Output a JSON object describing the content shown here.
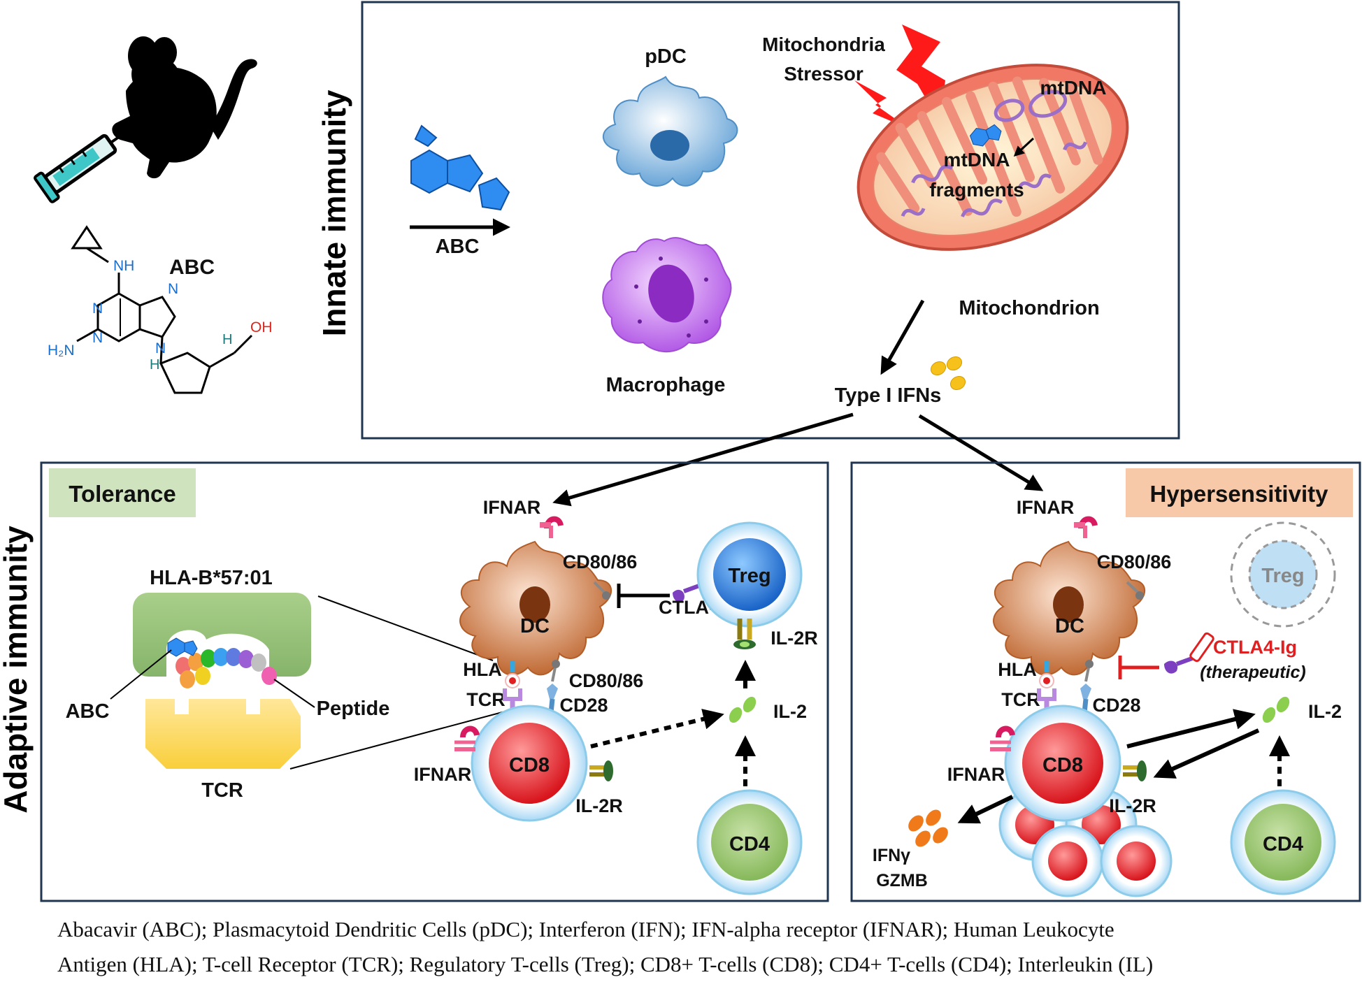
{
  "side_labels": {
    "innate": "Innate immunity",
    "adaptive": "Adaptive immunity"
  },
  "drug": {
    "name": "ABC",
    "nh": "NH",
    "n": "N",
    "h2n": "H₂N",
    "oh": "OH",
    "h": "H"
  },
  "innate": {
    "arrow_label": "ABC",
    "pdc": "pDC",
    "macrophage": "Macrophage",
    "stressor_line1": "Mitochondria",
    "stressor_line2": "Stressor",
    "mtdna": "mtDNA",
    "fragments_line1": "mtDNA",
    "fragments_line2": "fragments",
    "mitochondrion": "Mitochondrion",
    "type1_ifns": "Type I IFNs"
  },
  "tolerance": {
    "title": "Tolerance",
    "hla_b": "HLA-B*57:01",
    "abc": "ABC",
    "peptide": "Peptide",
    "tcr_bottom": "TCR",
    "ifnar_top": "IFNAR",
    "cd80_top": "CD80/86",
    "dc": "DC",
    "treg": "Treg",
    "ctla4": "CTLA-4",
    "il2r_top": "IL-2R",
    "hla": "HLA",
    "tcr": "TCR",
    "cd80_bottom": "CD80/86",
    "cd28": "CD28",
    "il2": "IL-2",
    "ifnar_left": "IFNAR",
    "cd8": "CD8",
    "il2r_bottom": "IL-2R",
    "cd4": "CD4"
  },
  "hyper": {
    "title": "Hypersensitivity",
    "ifnar_top": "IFNAR",
    "cd80": "CD80/86",
    "treg": "Treg",
    "dc": "DC",
    "ctla4ig": "CTLA4-Ig",
    "therapeutic": "(therapeutic)",
    "hla": "HLA",
    "tcr": "TCR",
    "cd28": "CD28",
    "il2": "IL-2",
    "ifnar_left": "IFNAR",
    "cd8": "CD8",
    "il2r": "IL-2R",
    "ifng": "IFNγ",
    "gzmb": "GZMB",
    "cd4": "CD4"
  },
  "footnote": {
    "line1": "Abacavir (ABC); Plasmacytoid Dendritic Cells (pDC); Interferon (IFN); IFN-alpha receptor (IFNAR); Human Leukocyte",
    "line2": "Antigen (HLA); T-cell Receptor (TCR); Regulatory T-cells (Treg); CD8+ T-cells (CD8); CD4+ T-cells (CD4); Interleukin (IL)"
  },
  "colors": {
    "border": "#1f3550",
    "tolerance_bg": "#cfe3bf",
    "hyper_bg": "#f7c9a8",
    "inhibit_red": "#e02020",
    "lightning": "#ff1a1a"
  }
}
